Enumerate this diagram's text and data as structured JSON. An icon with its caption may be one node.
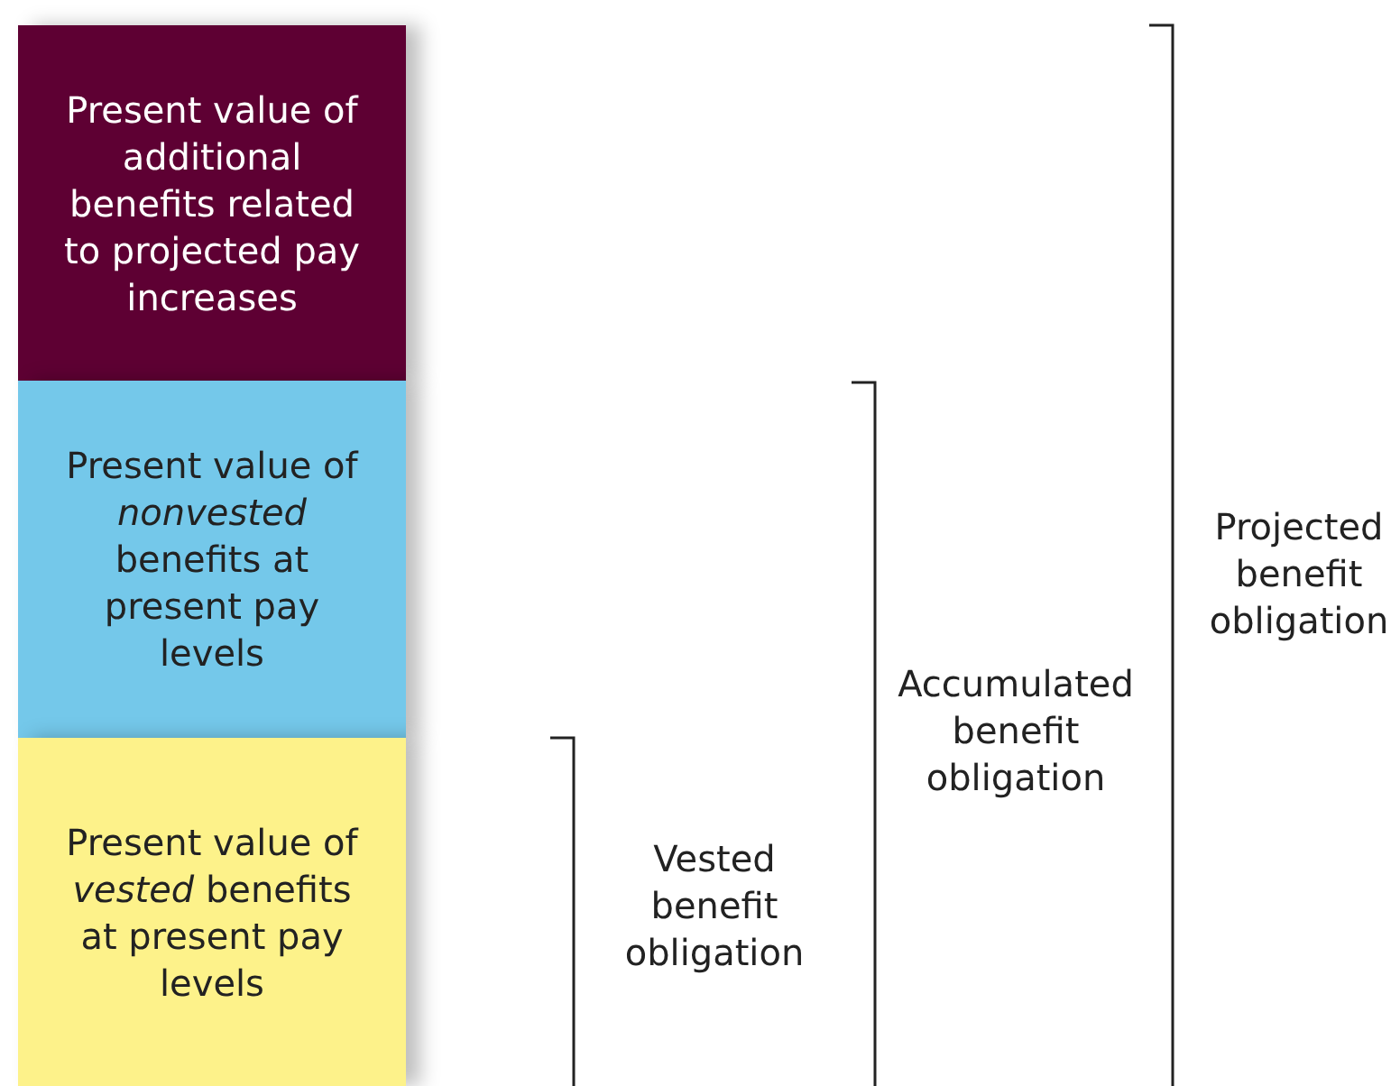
{
  "diagram": {
    "nodes": [
      {
        "text": [
          "Present value of additional benefits related to projected pay increases"
        ]
      },
      {
        "text": [
          "Present value of *nonvested* benefits at present pay levels"
        ]
      },
      {
        "text": [
          "Present value of *vested* benefits at present pay levels"
        ]
      }
    ],
    "labels": [
      "Vested benefit obligation",
      "Accumulated benefit obligation",
      "Projected benefit obligation"
    ]
  }
}
